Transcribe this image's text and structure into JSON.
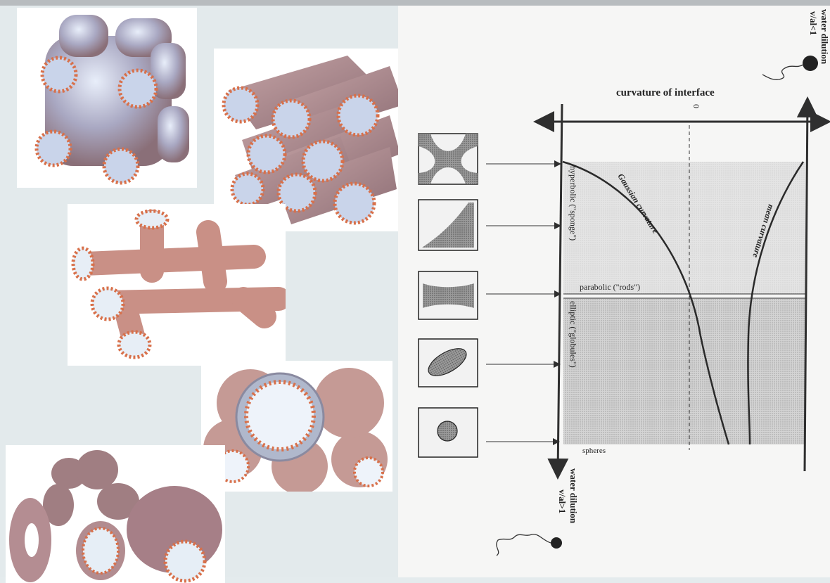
{
  "diagram": {
    "top_axis_label": "curvature of interface",
    "zero_label": "0",
    "top_right_dilution": "water dilution",
    "top_right_ratio": "v/al<1",
    "bottom_dilution": "water dilution",
    "bottom_ratio": "v/al>1",
    "region_hyperbolic": "hyperbolic (\"sponge\")",
    "region_parabolic": "parabolic (\"rods\")",
    "region_elliptic": "elliptic (\"globules\")",
    "region_spheres": "spheres",
    "curve_gaussian": "Gaussian curvature",
    "curve_mean": "mean curvature"
  },
  "colors": {
    "micelle_surface": "#b88a8a",
    "micelle_edge": "#d8704a",
    "shade_dark": "#bdbdbd",
    "shade_light": "#d9d9d9"
  },
  "illustrations": [
    "bicontinuous-cubic-phase",
    "hexagonal-rods",
    "branched-rods",
    "sphere-cluster",
    "torus-vesicles"
  ]
}
